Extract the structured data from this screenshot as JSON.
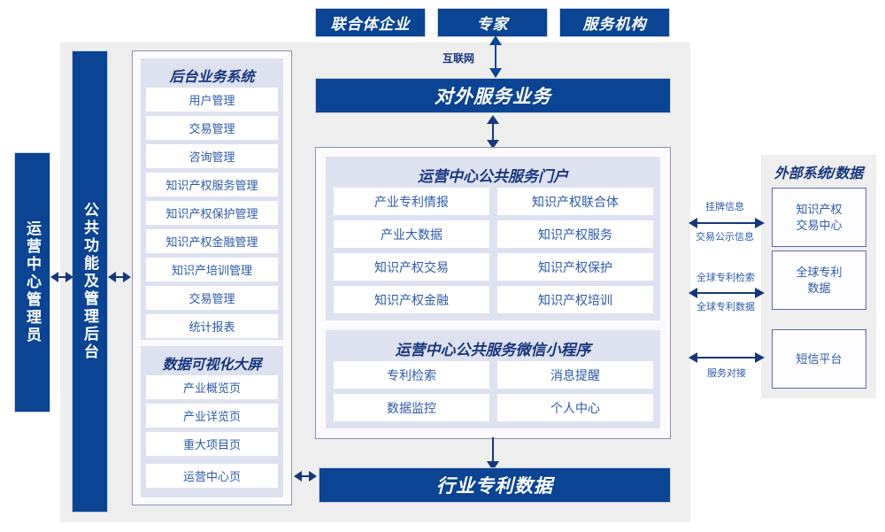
{
  "diagram": {
    "title_external": "外部系统/数据",
    "colors": {
      "primary_blue": "#0a4492",
      "panel_gray": "#eeeeee",
      "lavender": "#dee2f0",
      "text_blue": "#2d5aa8",
      "title_blue": "#17377d",
      "border_purple": "#8d90b8"
    }
  },
  "top_actors": [
    {
      "label": "联合体企业"
    },
    {
      "label": "专家"
    },
    {
      "label": "服务机构"
    }
  ],
  "internet": {
    "label": "互联网"
  },
  "external_service": {
    "label": "对外服务业务"
  },
  "industry_data": {
    "label": "行业专利数据"
  },
  "left_bars": [
    {
      "label": "运营中心管理员"
    },
    {
      "label": "公共功能及管理后台"
    }
  ],
  "backend_system": {
    "title": "后台业务系统",
    "items": [
      {
        "label": "用户管理"
      },
      {
        "label": "交易管理"
      },
      {
        "label": "咨询管理"
      },
      {
        "label": "知识产权服务管理"
      },
      {
        "label": "知识产权保护管理"
      },
      {
        "label": "知识产权金融管理"
      },
      {
        "label": "知识产培训管理"
      },
      {
        "label": "交易管理"
      },
      {
        "label": "统计报表"
      }
    ]
  },
  "visualization": {
    "title": "数据可视化大屏",
    "items": [
      {
        "label": "产业概览页"
      },
      {
        "label": "产业详览页"
      },
      {
        "label": "重大项目页"
      },
      {
        "label": "运营中心页"
      }
    ]
  },
  "portal": {
    "title": "运营中心公共服务门户",
    "items": [
      {
        "label": "产业专利情报"
      },
      {
        "label": "知识产权联合体"
      },
      {
        "label": "产业大数据"
      },
      {
        "label": "知识产权服务"
      },
      {
        "label": "知识产权交易"
      },
      {
        "label": "知识产权保护"
      },
      {
        "label": "知识产权金融"
      },
      {
        "label": "知识产权培训"
      }
    ]
  },
  "miniprogram": {
    "title": "运营中心公共服务微信小程序",
    "items": [
      {
        "label": "专利检索"
      },
      {
        "label": "消息提醒"
      },
      {
        "label": "数据监控"
      },
      {
        "label": "个人中心"
      }
    ]
  },
  "external_systems": [
    {
      "label": "知识产权\n交易中心",
      "line1": "知识产权",
      "line2": "交易中心",
      "label_above": "挂牌信息",
      "label_below": "交易公示信息"
    },
    {
      "label": "全球专利\n数据",
      "line1": "全球专利",
      "line2": "数据",
      "label_above": "全球专利检索",
      "label_below": "全球专利数据"
    },
    {
      "label": "短信平台",
      "line1": "短信平台",
      "line2": "",
      "label_above": "",
      "label_below": "服务对接"
    }
  ]
}
